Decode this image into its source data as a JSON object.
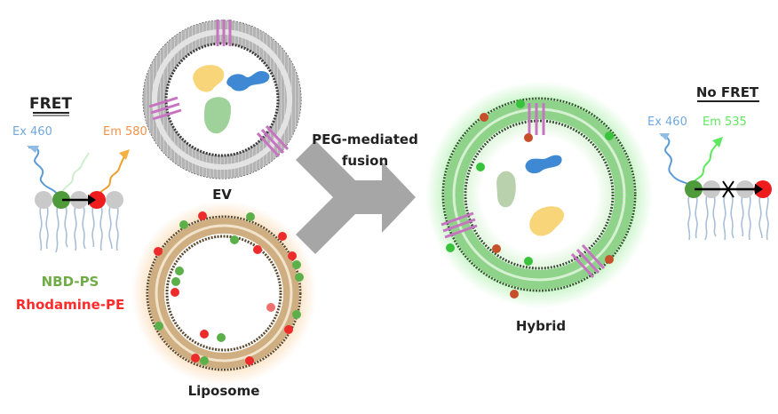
{
  "fret_panel": {
    "title": "FRET",
    "excitation_label": "Ex 460",
    "emission_label": "Em 580",
    "donor_label": "NBD-PS",
    "acceptor_label": "Rhodamine-PE"
  },
  "no_fret_panel": {
    "title": "No FRET",
    "excitation_label": "Ex 460",
    "emission_label": "Em 535"
  },
  "vesicles": {
    "ev_label": "EV",
    "liposome_label": "Liposome",
    "hybrid_label": "Hybrid"
  },
  "process": {
    "arrow_label_line1": "PEG-mediated",
    "arrow_label_line2": "fusion"
  },
  "colors": {
    "excitation_blue": "#5b9bd5",
    "emission_orange": "#f08a30",
    "emission_green": "#5ee85e",
    "donor_green": "#4f9a3a",
    "acceptor_red": "#ee1c1c",
    "headgroup_gray": "#c9c9c9",
    "ev_membrane": "#a8a8a8",
    "liposome_membrane": "#cfae82",
    "hybrid_membrane": "#8fd38a",
    "protein_pink": "#c774c0",
    "arrow_gray": "#a6a6a6"
  },
  "icons": {
    "fret_transfer": "arrow-right-icon",
    "no_fret_transfer": "blocked-arrow-icon"
  }
}
